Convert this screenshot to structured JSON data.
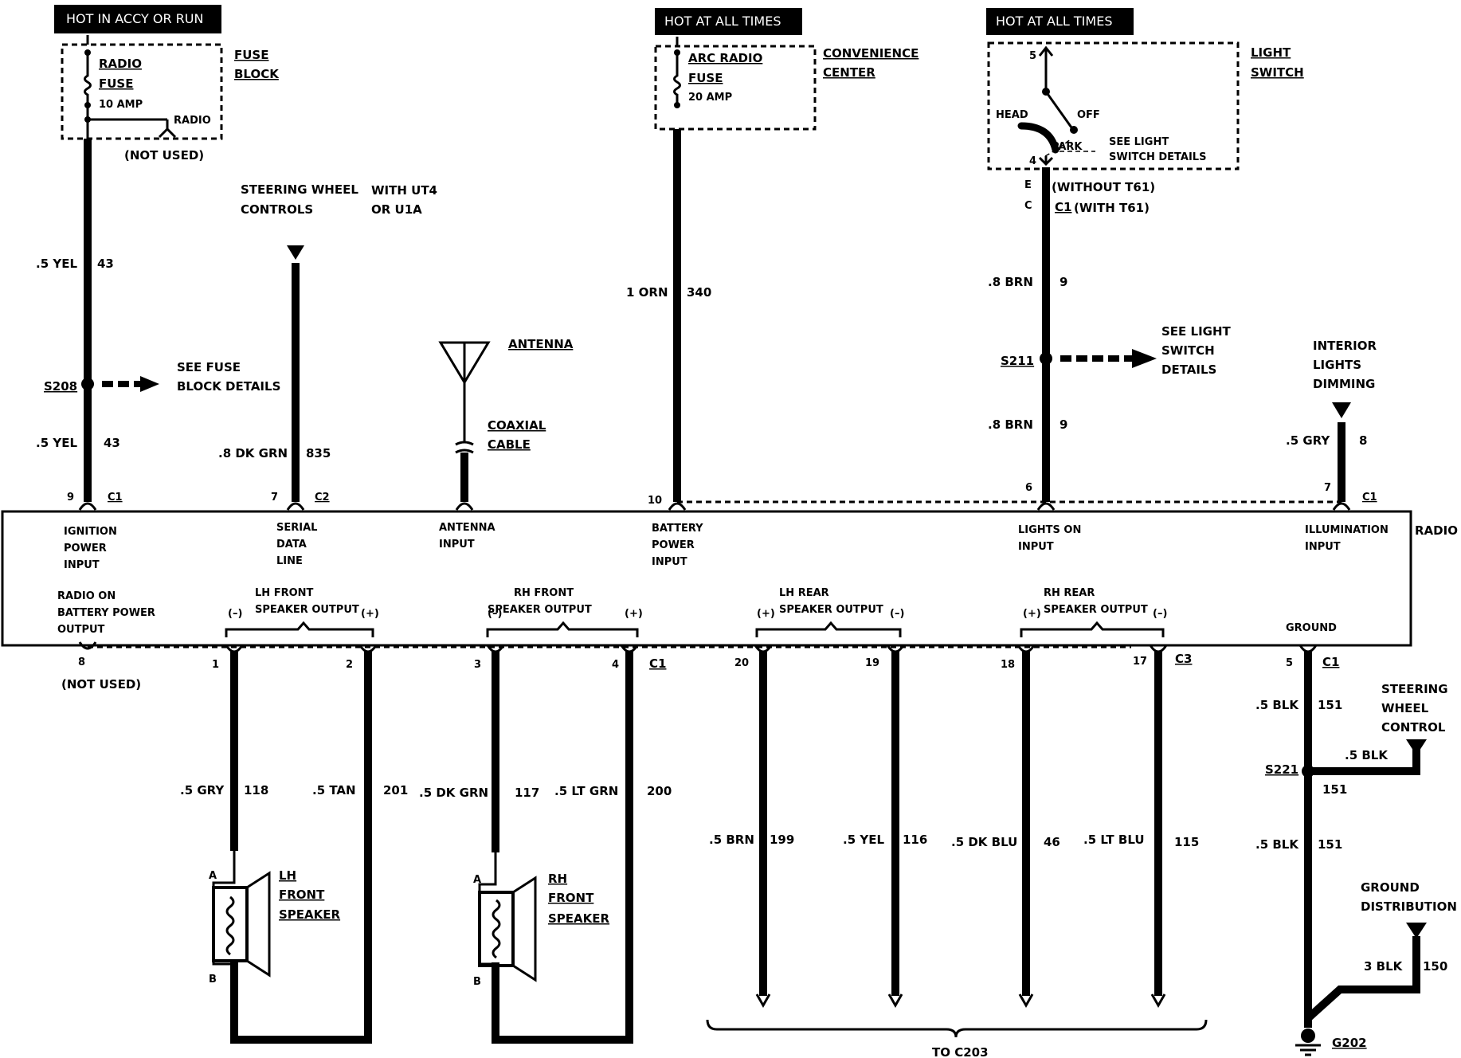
{
  "header_boxes": {
    "accy": "HOT IN ACCY OR RUN",
    "always1": "HOT AT ALL TIMES",
    "always2": "HOT AT ALL TIMES"
  },
  "fuse_block": {
    "title1": "FUSE",
    "title2": "BLOCK",
    "fuse1": "RADIO",
    "fuse2": "FUSE",
    "amp": "10 AMP",
    "radio": "RADIO",
    "not_used": "(NOT USED)"
  },
  "convenience_center": {
    "title1": "CONVENIENCE",
    "title2": "CENTER",
    "fuse1": "ARC RADIO",
    "fuse2": "FUSE",
    "amp": "20 AMP"
  },
  "light_switch": {
    "title1": "LIGHT",
    "title2": "SWITCH",
    "pin5": "5",
    "head": "HEAD",
    "off": "OFF",
    "park": "PARK",
    "pin4": "4",
    "see1": "SEE LIGHT",
    "see2": "SWITCH DETAILS",
    "e": "E",
    "c": "C",
    "c1": "C1",
    "without": "(WITHOUT T61)",
    "with": "(WITH T61)"
  },
  "steering_top": {
    "l1": "STEERING WHEEL",
    "l2": "CONTROLS",
    "w1": "WITH UT4",
    "w2": "OR U1A"
  },
  "antenna": {
    "label": "ANTENNA",
    "coax1": "COAXIAL",
    "coax2": "CABLE"
  },
  "wires": {
    "yel1": ".5 YEL",
    "n43a": "43",
    "yel2": ".5 YEL",
    "n43b": "43",
    "s208": "S208",
    "see_fuse1": "SEE FUSE",
    "see_fuse2": "BLOCK DETAILS",
    "dkgrn": ".8 DK GRN",
    "n835": "835",
    "orn": "1 ORN",
    "n340": "340",
    "brn1": ".8 BRN",
    "n9a": "9",
    "s211": "S211",
    "see_ls1": "SEE LIGHT",
    "see_ls2": "SWITCH",
    "see_ls3": "DETAILS",
    "brn2": ".8 BRN",
    "n9b": "9",
    "dim1": "INTERIOR",
    "dim2": "LIGHTS",
    "dim3": "DIMMING",
    "gry": ".5 GRY",
    "n8": "8"
  },
  "radio_pins_top": {
    "p9": "9",
    "c1a": "C1",
    "p7": "7",
    "c2": "C2",
    "p10": "10",
    "p6": "6",
    "p7b": "7",
    "c1b": "C1"
  },
  "radio": {
    "label": "RADIO",
    "ign1": "IGNITION",
    "ign2": "POWER",
    "ign3": "INPUT",
    "ser1": "SERIAL",
    "ser2": "DATA",
    "ser3": "LINE",
    "ant1": "ANTENNA",
    "ant2": "INPUT",
    "bat1": "BATTERY",
    "bat2": "POWER",
    "bat3": "INPUT",
    "lig1": "LIGHTS ON",
    "lig2": "INPUT",
    "ill1": "ILLUMINATION",
    "ill2": "INPUT",
    "ron1": "RADIO ON",
    "ron2": "BATTERY POWER",
    "ron3": "OUTPUT",
    "lhf1": "LH FRONT",
    "lhf2": "SPEAKER OUTPUT",
    "lhf_m": "(–)",
    "lhf_p": "(+)",
    "rhf1": "RH FRONT",
    "rhf2": "SPEAKER OUTPUT",
    "rhf_m": "(–)",
    "rhf_p": "(+)",
    "lhr1": "LH REAR",
    "lhr2": "SPEAKER OUTPUT",
    "lhr_p": "(+)",
    "lhr_m": "(–)",
    "rhr1": "RH REAR",
    "rhr2": "SPEAKER OUTPUT",
    "rhr_p": "(+)",
    "rhr_m": "(–)",
    "ground": "GROUND"
  },
  "bottom": {
    "p8": "8",
    "not_used": "(NOT USED)",
    "p1": "1",
    "p2": "2",
    "p3": "3",
    "p4": "4",
    "c1a": "C1",
    "p20": "20",
    "p19": "19",
    "p18": "18",
    "p17": "17",
    "c3": "C3",
    "p5": "5",
    "c1b": "C1",
    "gry118": ".5 GRY",
    "n118": "118",
    "tan": ".5 TAN",
    "n201": "201",
    "dkgrn": ".5 DK GRN",
    "n117": "117",
    "ltgrn": ".5 LT GRN",
    "n200": "200",
    "brn": ".5 BRN",
    "n199": "199",
    "yel": ".5 YEL",
    "n116": "116",
    "dkblu": ".5 DK BLU",
    "n46": "46",
    "ltblu": ".5 LT BLU",
    "n115": "115",
    "blk1": ".5 BLK",
    "n151a": "151",
    "sw1": "STEERING",
    "sw2": "WHEEL",
    "sw3": "CONTROL",
    "blk_sw": ".5 BLK",
    "s221": "S221",
    "n151b": "151",
    "blk2": ".5 BLK",
    "n151c": "151",
    "gd1": "GROUND",
    "gd2": "DISTRIBUTION",
    "blk3": "3 BLK",
    "n150": "150",
    "g202": "G202",
    "lhs1": "LH",
    "lhs2": "FRONT",
    "lhs3": "SPEAKER",
    "lhA": "A",
    "lhB": "B",
    "rhs1": "RH",
    "rhs2": "FRONT",
    "rhs3": "SPEAKER",
    "rhA": "A",
    "rhB": "B",
    "to_c203": "TO C203"
  }
}
